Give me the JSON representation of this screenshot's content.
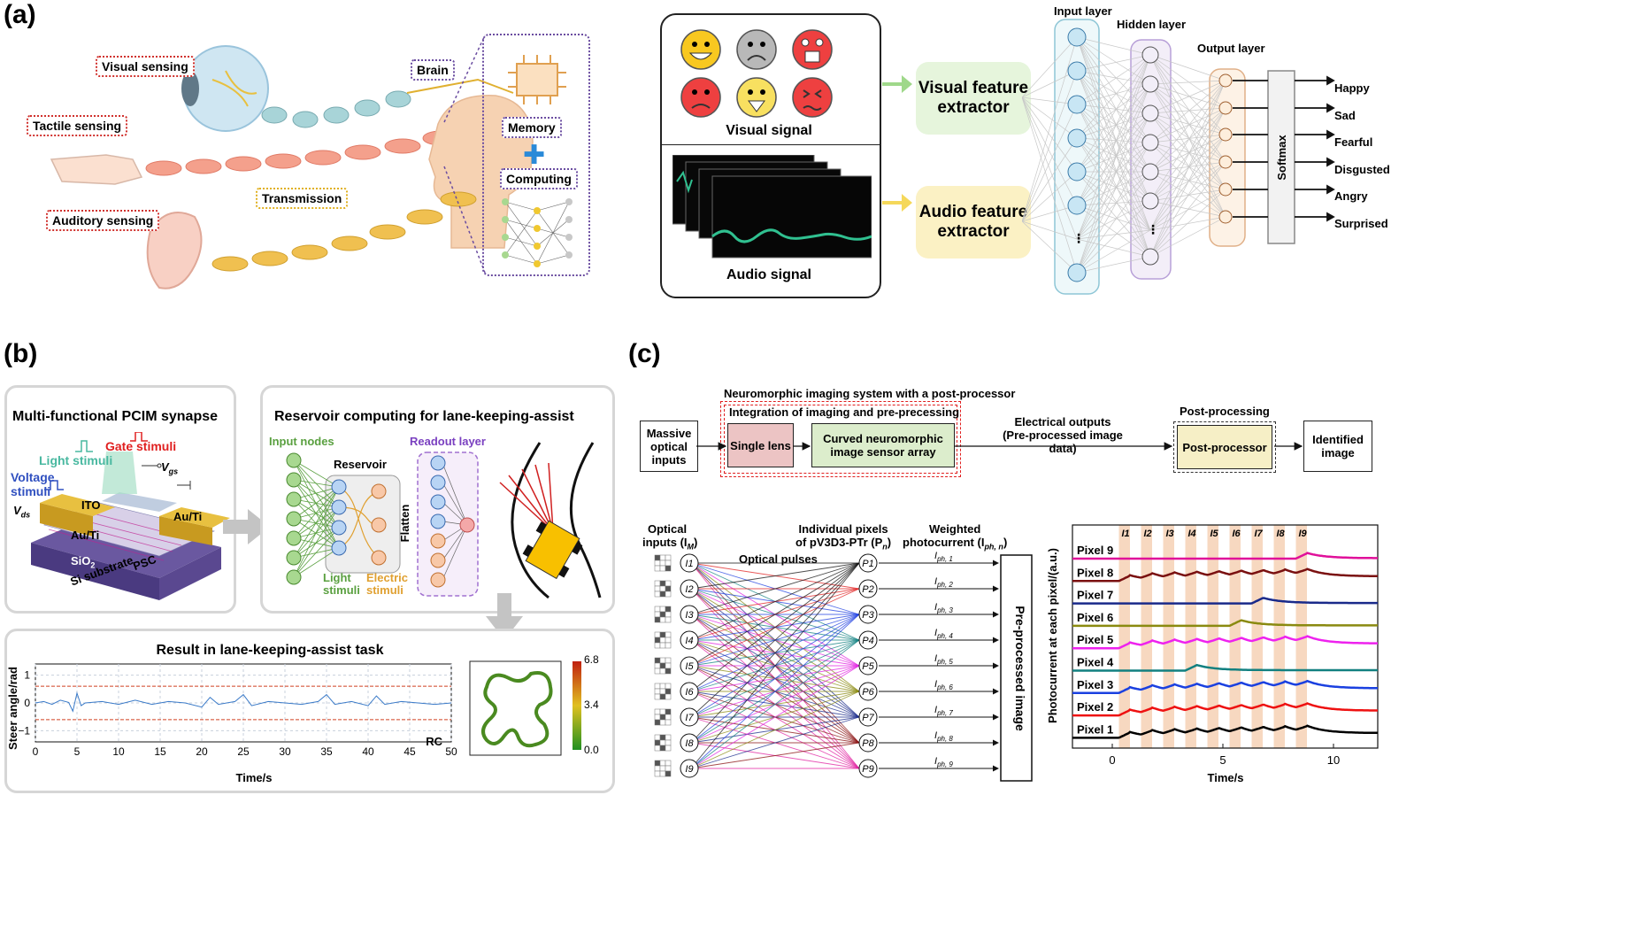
{
  "panel_a": {
    "label": "(a)",
    "visual_sensing": "Visual sensing",
    "tactile_sensing": "Tactile sensing",
    "auditory_sensing": "Auditory sensing",
    "transmission": "Transmission",
    "brain": "Brain",
    "memory": "Memory",
    "computing": "Computing",
    "visual_signal": "Visual signal",
    "audio_signal": "Audio signal",
    "visual_extractor_l1": "Visual feature",
    "visual_extractor_l2": "extractor",
    "audio_extractor_l1": "Audio feature",
    "audio_extractor_l2": "extractor",
    "input_layer": "Input layer",
    "hidden_layer": "Hidden layer",
    "output_layer": "Output layer",
    "softmax": "Softmax",
    "outputs": [
      "Happy",
      "Sad",
      "Fearful",
      "Disgusted",
      "Angry",
      "Surprised"
    ]
  },
  "panel_b": {
    "label": "(b)",
    "synapse_title": "Multi-functional PCIM synapse",
    "gate_stimuli": "Gate stimuli",
    "light_stimuli": "Light stimuli",
    "voltage_stimuli_1": "Voltage",
    "voltage_stimuli_2": "stimuli",
    "vgs": "V",
    "vgs_sub": "gs",
    "vds": "V",
    "vds_sub": "ds",
    "ito": "ITO",
    "auti_left": "Au/Ti",
    "auti_right": "Au/Ti",
    "sio2": "SiO",
    "sio2_sub": "2",
    "psc": "PSC",
    "si_substrate": "Si substrate",
    "rc_title": "Reservoir computing for lane-keeping-assist",
    "input_nodes": "Input nodes",
    "reservoir": "Reservoir",
    "readout_layer": "Readout layer",
    "flatten": "Flatten",
    "light_label_1": "Light",
    "light_label_2": "stimuli",
    "electric_label_1": "Electric",
    "electric_label_2": "stimuli",
    "result_title": "Result in lane-keeping-assist task",
    "rc_tag": "RC",
    "colorbar_max": "6.8",
    "colorbar_mid": "3.4",
    "colorbar_min": "0.0"
  },
  "panel_c": {
    "label": "(c)",
    "system_title": "Neuromorphic imaging system with a post-processor",
    "integration_title": "Integration of imaging and pre-precessing",
    "massive_1": "Massive",
    "massive_2": "optical",
    "massive_3": "inputs",
    "single_lens": "Single lens",
    "curved_1": "Curved neuromorphic",
    "curved_2": "image sensor array",
    "electrical_1": "Electrical outputs",
    "electrical_2": "(Pre-processed image data)",
    "post_title": "Post-processing",
    "post_processor": "Post-processor",
    "identified_1": "Identified",
    "identified_2": "image",
    "optical_inputs_1": "Optical",
    "optical_inputs_2": "inputs (I",
    "optical_inputs_sub": "M",
    "optical_pulses": "Optical pulses",
    "individual_1": "Individual pixels",
    "individual_2": "of pV3D3-PTr (P",
    "individual_sub": "n",
    "weighted_1": "Weighted",
    "weighted_2": "photocurrent (I",
    "weighted_sub": "ph, n",
    "preprocessed": "Pre-processed image",
    "input_nodes": [
      "I1",
      "I2",
      "I3",
      "I4",
      "I5",
      "I6",
      "I7",
      "I8",
      "I9"
    ],
    "pixel_nodes": [
      "P1",
      "P2",
      "P3",
      "P4",
      "P5",
      "P6",
      "P7",
      "P8",
      "P9"
    ],
    "iph_labels": [
      "ph, 1",
      "ph, 2",
      "ph, 3",
      "ph, 4",
      "ph, 5",
      "ph, 6",
      "ph, 7",
      "ph, 8",
      "ph, 9"
    ]
  },
  "chart_data": [
    {
      "type": "line",
      "title": "Result in lane-keeping-assist task",
      "xlabel": "Time/s",
      "ylabel": "Steer angle/rad",
      "xlim": [
        0,
        50
      ],
      "ylim": [
        -1.4,
        1.4
      ],
      "xticks": [
        0,
        5,
        10,
        15,
        20,
        25,
        30,
        35,
        40,
        45,
        50
      ],
      "yticks": [
        -1,
        0,
        1
      ],
      "reference_lines": [
        0.6,
        -0.6
      ],
      "series": [
        {
          "name": "RC",
          "x": [
            0,
            1,
            2,
            3,
            4,
            4.5,
            5,
            5.5,
            6,
            8,
            10,
            12,
            14,
            16,
            18,
            20,
            21,
            22,
            24,
            25,
            26,
            28,
            30,
            32,
            34,
            35,
            36,
            38,
            40,
            41,
            42,
            44,
            46,
            48,
            50
          ],
          "y": [
            0,
            0.05,
            -0.05,
            0.1,
            0.02,
            -0.3,
            0.35,
            -0.1,
            0,
            0.05,
            -0.05,
            0.1,
            -0.05,
            0.05,
            0,
            -0.15,
            0.2,
            -0.05,
            0.05,
            0.3,
            -0.1,
            0.05,
            0,
            -0.05,
            0.05,
            0.3,
            -0.05,
            0.05,
            -0.1,
            0.25,
            -0.05,
            0.05,
            0,
            -0.05,
            0
          ]
        }
      ],
      "grid": true
    },
    {
      "type": "line",
      "xlabel": "Time/s",
      "ylabel": "Photocurrent at each pixel/(a.u.)",
      "xticks": [
        0,
        5,
        10
      ],
      "pulse_labels": [
        "I1",
        "I2",
        "I3",
        "I4",
        "I5",
        "I6",
        "I7",
        "I8",
        "I9"
      ],
      "pulse_times": [
        0.3,
        1.3,
        2.3,
        3.3,
        4.3,
        5.3,
        6.3,
        7.3,
        8.3
      ],
      "series": [
        {
          "name": "Pixel 9",
          "color": "#e0109a",
          "pulses": [
            9
          ]
        },
        {
          "name": "Pixel 8",
          "color": "#7a1010",
          "pulses": [
            1,
            2,
            3,
            4,
            5,
            6,
            7,
            8,
            9
          ]
        },
        {
          "name": "Pixel 7",
          "color": "#1a2a8a",
          "pulses": [
            7
          ]
        },
        {
          "name": "Pixel 6",
          "color": "#8a8a10",
          "pulses": [
            6
          ]
        },
        {
          "name": "Pixel 5",
          "color": "#ee22ee",
          "pulses": [
            1,
            2,
            3,
            4,
            5,
            6,
            7,
            8,
            9
          ]
        },
        {
          "name": "Pixel 4",
          "color": "#128080",
          "pulses": [
            4
          ]
        },
        {
          "name": "Pixel 3",
          "color": "#1a40e0",
          "pulses": [
            1,
            2,
            3,
            4,
            5,
            6,
            7,
            8,
            9
          ]
        },
        {
          "name": "Pixel 2",
          "color": "#ee1111",
          "pulses": [
            1,
            2,
            3,
            4,
            5,
            6,
            7,
            8,
            9
          ]
        },
        {
          "name": "Pixel 1",
          "color": "#000000",
          "pulses": [
            1,
            2,
            3,
            4,
            5,
            6,
            7,
            8,
            9
          ]
        }
      ]
    }
  ]
}
